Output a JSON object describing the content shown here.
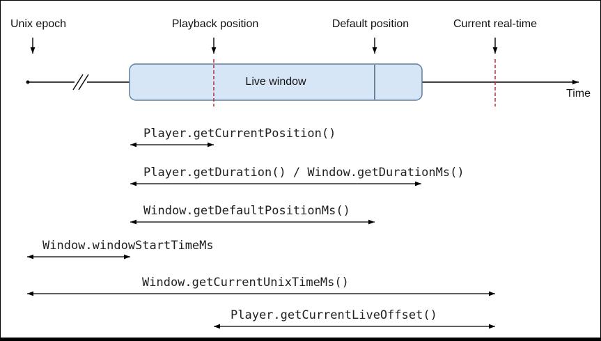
{
  "diagram": {
    "top_labels": {
      "unix_epoch": "Unix epoch",
      "playback_position": "Playback position",
      "default_position": "Default position",
      "current_realtime": "Current real-time"
    },
    "timeline": {
      "live_window_label": "Live window",
      "axis_label": "Time"
    },
    "api_measurements": [
      {
        "label": "Player.getCurrentPosition()"
      },
      {
        "label": "Player.getDuration() / Window.getDurationMs()"
      },
      {
        "label": "Window.getDefaultPositionMs()"
      },
      {
        "label": "Window.windowStartTimeMs"
      },
      {
        "label": "Window.getCurrentUnixTimeMs()"
      },
      {
        "label": "Player.getCurrentLiveOffset()"
      }
    ],
    "colors": {
      "live_window_fill": "#d7e6f7",
      "live_window_border": "#5f7f9e",
      "default_position_divider": "#3c5a75",
      "position_marker_dash": "#b22222",
      "line": "#000000",
      "background": "#ffffff"
    }
  }
}
